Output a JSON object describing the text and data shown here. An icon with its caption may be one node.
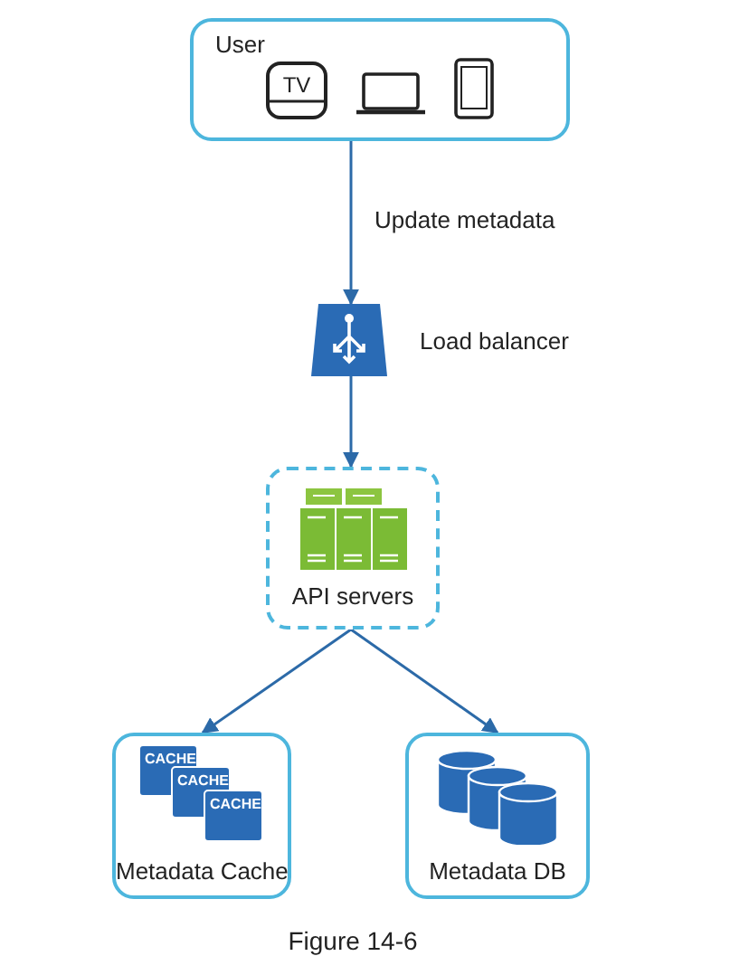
{
  "diagram": {
    "caption": "Figure 14-6",
    "nodes": [
      {
        "text": [
          "User"
        ]
      },
      {
        "text": [
          "Load balancer"
        ]
      },
      {
        "text": [
          "API servers"
        ]
      },
      {
        "text": [
          "Metadata Cache"
        ]
      },
      {
        "text": [
          "Metadata DB"
        ]
      }
    ],
    "edges": [
      {
        "from": 0,
        "to": 1,
        "arrow": "to",
        "label": "Update metadata"
      },
      {
        "from": 1,
        "to": 2,
        "arrow": "to"
      },
      {
        "from": 2,
        "to": 3,
        "arrow": "to"
      },
      {
        "from": 2,
        "to": 4,
        "arrow": "to"
      }
    ],
    "labels": [
      "TV",
      "CACHE",
      "CACHE",
      "CACHE"
    ]
  }
}
